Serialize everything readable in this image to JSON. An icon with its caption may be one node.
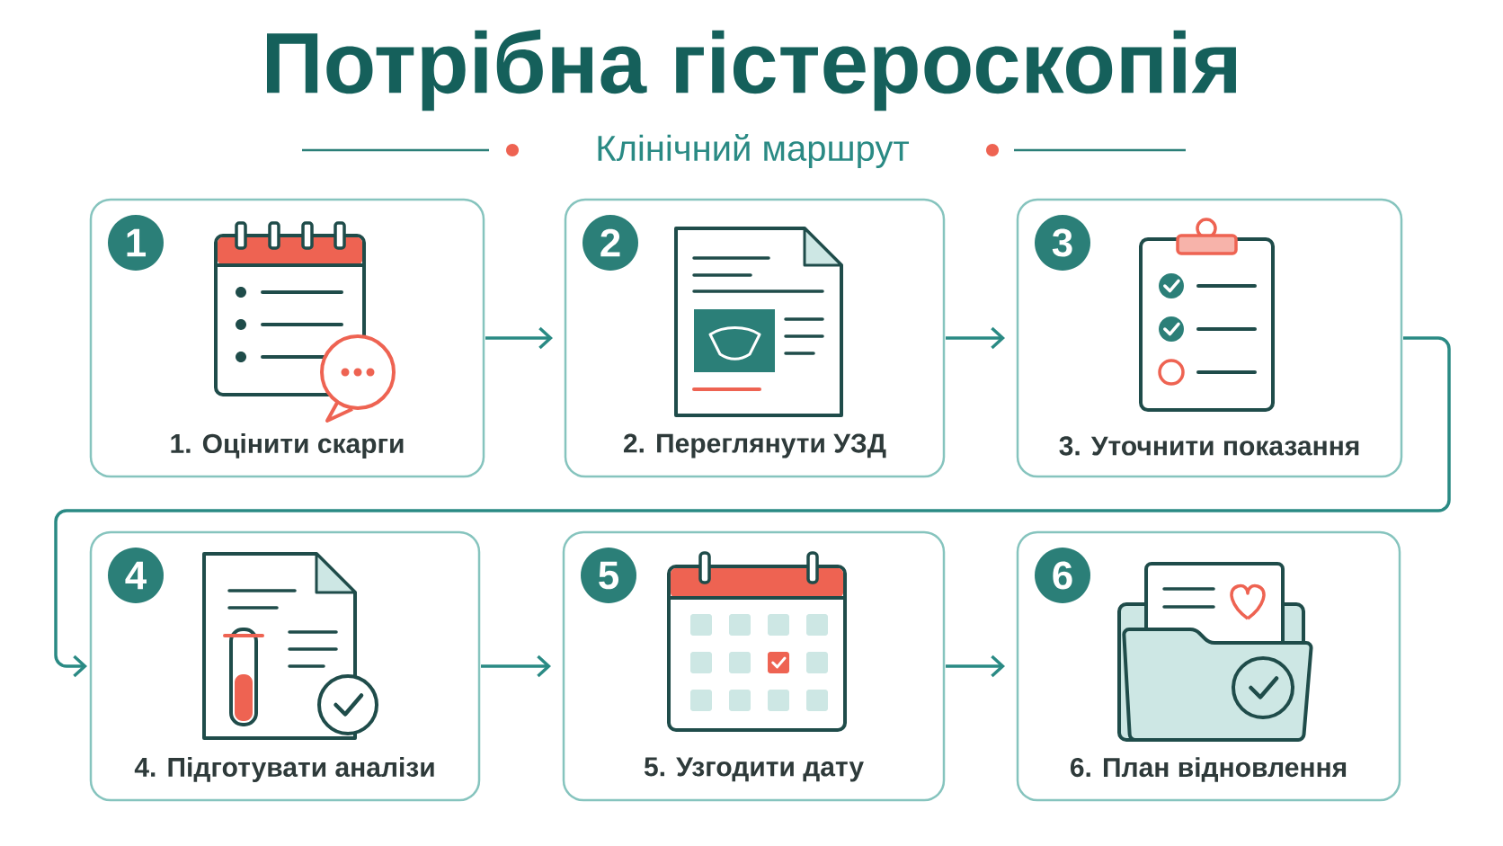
{
  "diagram": {
    "title": "Потрібна гістероскопія",
    "nodes": [
      {
        "text": [
          "1",
          "1. Оцінити скарги"
        ]
      },
      {
        "text": [
          "2",
          "2. Переглянути УЗД"
        ]
      },
      {
        "text": [
          "3",
          "3. Уточнити показання"
        ]
      },
      {
        "text": [
          "4",
          "4. Підготувати аналізи"
        ]
      },
      {
        "text": [
          "5",
          "5. Узгодити дату"
        ]
      },
      {
        "text": [
          "6",
          "6. План відновлення"
        ]
      }
    ],
    "edges": [
      {
        "from": 0,
        "to": 1,
        "arrow": "to"
      },
      {
        "from": 1,
        "to": 2,
        "arrow": "to"
      },
      {
        "from": 2,
        "to": 3,
        "arrow": "to"
      },
      {
        "from": 3,
        "to": 4,
        "arrow": "to"
      },
      {
        "from": 4,
        "to": 5,
        "arrow": "to"
      }
    ],
    "labels": [
      "Клінічний маршрут"
    ]
  }
}
